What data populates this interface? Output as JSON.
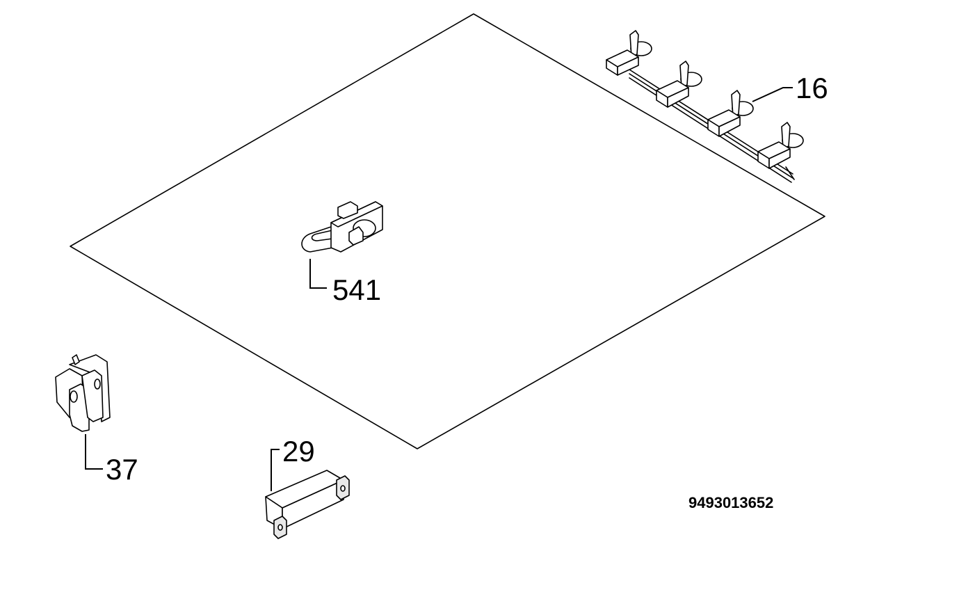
{
  "labels": {
    "part_16": "16",
    "part_541": "541",
    "part_37": "37",
    "part_29": "29"
  },
  "drawing_code": "9493013652",
  "colors": {
    "line": "#000000",
    "background": "#ffffff"
  }
}
